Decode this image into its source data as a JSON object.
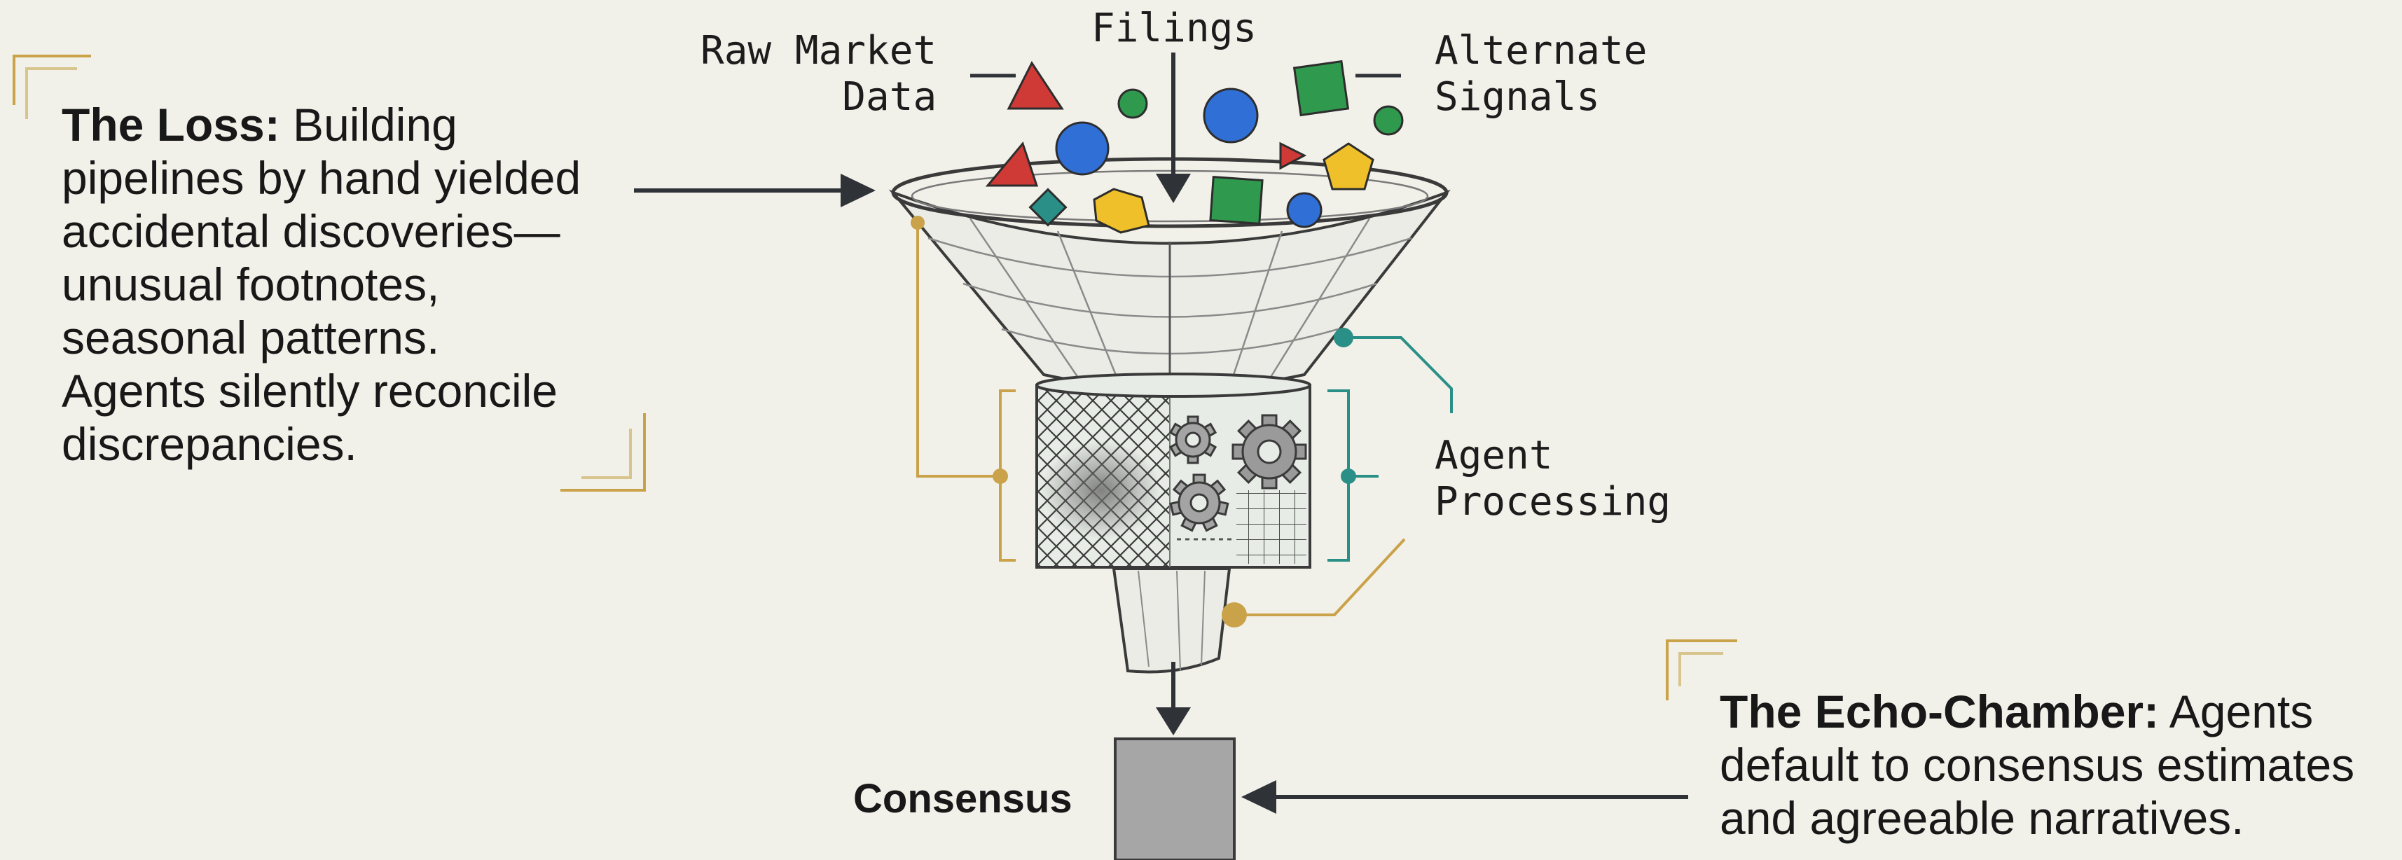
{
  "labels": {
    "raw_market_data": [
      "Raw Market",
      "Data"
    ],
    "filings": "Filings",
    "alternate_signals": [
      "Alternate",
      "Signals"
    ],
    "agent_processing": [
      "Agent",
      "Processing"
    ],
    "consensus": "Consensus"
  },
  "loss_callout": {
    "heading": "The Loss:",
    "first_line_rest": "Building",
    "lines": [
      "pipelines by hand yielded",
      "accidental discoveries—",
      "unusual footnotes,",
      "seasonal patterns.",
      "Agents silently reconcile",
      "discrepancies."
    ]
  },
  "echo_callout": {
    "heading": "The Echo-Chamber:",
    "first_line_rest": "Agents",
    "lines": [
      "default to consensus estimates",
      "and agreeable narratives."
    ]
  },
  "colors": {
    "background": "#f2f1e9",
    "red": "#d03a36",
    "blue": "#2f6fd6",
    "green": "#2f9a4e",
    "yellow": "#f0c02a",
    "teal": "#2a8f86",
    "gold": "#c9a24a",
    "output_box": "#a6a6a6",
    "arrow": "#2f3338"
  }
}
